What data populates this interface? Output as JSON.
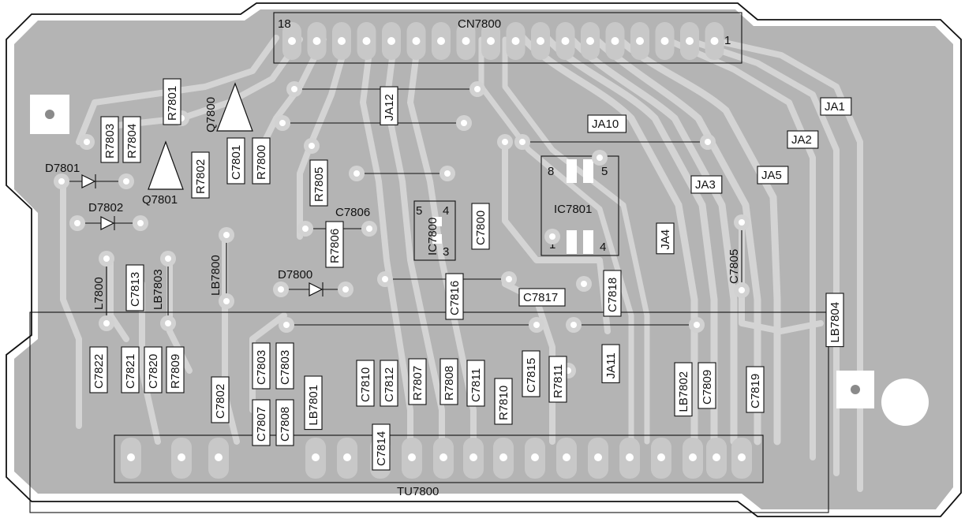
{
  "board": {
    "colors": {
      "copper": "#b4b4b4",
      "trace": "#d4d4d4",
      "outline": "#111111",
      "label_box": "#ffffff"
    }
  },
  "connectors": {
    "cn7800": {
      "name": "CN7800",
      "pin_first": "18",
      "pin_last": "1"
    },
    "tu7800": {
      "name": "TU7800"
    }
  },
  "ic7801": {
    "name": "IC7801",
    "pin8": "8",
    "pin5": "5",
    "pin1": "1",
    "pin4": "4"
  },
  "ic7800": {
    "name": "IC7800",
    "pin5": "5",
    "pin4": "4",
    "pin3": "3"
  },
  "jumpers": {
    "ja1": "JA1",
    "ja2": "JA2",
    "ja3": "JA3",
    "ja4": "JA4",
    "ja5": "JA5",
    "ja10": "JA10",
    "ja11": "JA11",
    "ja12": "JA12"
  },
  "transistors": {
    "q7800": "Q7800",
    "q7801": "Q7801"
  },
  "diodes": {
    "d7800": "D7800",
    "d7801": "D7801",
    "d7802": "D7802"
  },
  "resistors": {
    "r7800": "R7800",
    "r7801": "R7801",
    "r7802": "R7802",
    "r7803": "R7803",
    "r7804": "R7804",
    "r7805": "R7805",
    "r7806": "R7806",
    "r7807": "R7807",
    "r7808": "R7808",
    "r7809": "R7809",
    "r7810": "R7810",
    "r7811": "R7811"
  },
  "capacitors": {
    "c7800": "C7800",
    "c7801": "C7801",
    "c7802": "C7802",
    "c7803": "C7803",
    "c7805": "C7805",
    "c7806": "C7806",
    "c7807": "C7807",
    "c7808": "C7808",
    "c7809": "C7809",
    "c7810": "C7810",
    "c7811": "C7811",
    "c7812": "C7812",
    "c7813": "C7813",
    "c7814": "C7814",
    "c7815": "C7815",
    "c7816": "C7816",
    "c7817": "C7817",
    "c7818": "C7818",
    "c7819": "C7819",
    "c7820": "C7820",
    "c7821": "C7821",
    "c7822": "C7822"
  },
  "inductors": {
    "l7800": "L7800",
    "lb7800": "LB7800",
    "lb7801": "LB7801",
    "lb7802": "LB7802",
    "lb7803": "LB7803",
    "lb7804": "LB7804"
  }
}
